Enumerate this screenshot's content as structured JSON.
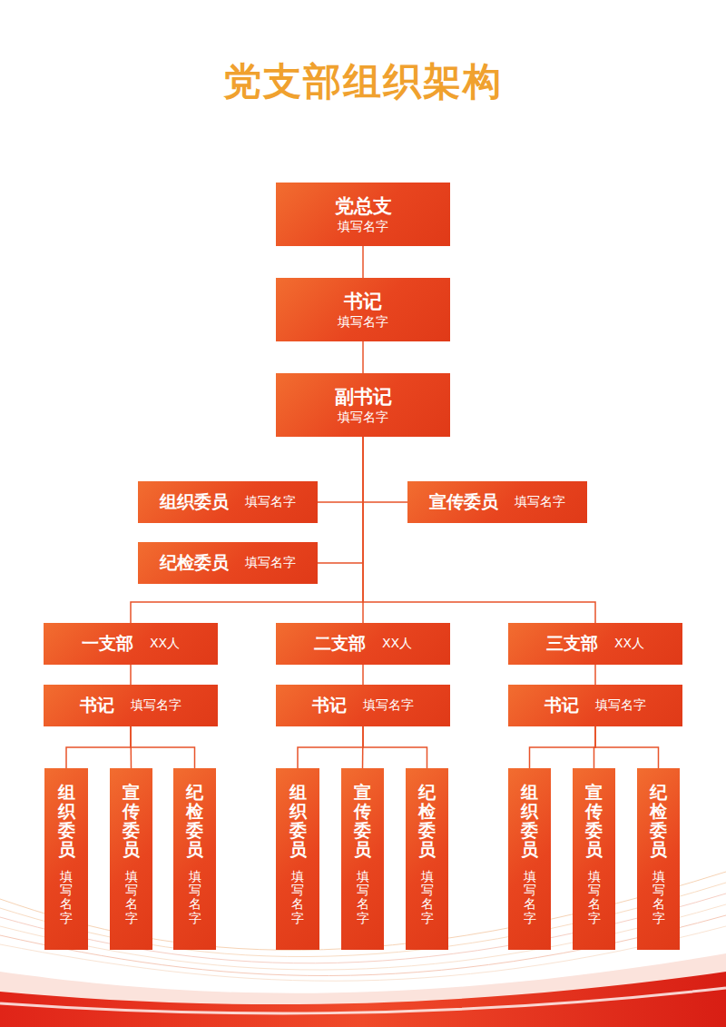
{
  "diagram": {
    "title": "党支部组织架构",
    "nodes": [
      {
        "text": [
          "党总支",
          "填写名字"
        ]
      },
      {
        "text": [
          "书记",
          "填写名字"
        ]
      },
      {
        "text": [
          "副书记",
          "填写名字"
        ]
      },
      {
        "text": [
          "组织委员",
          "填写名字"
        ]
      },
      {
        "text": [
          "宣传委员",
          "填写名字"
        ]
      },
      {
        "text": [
          "纪检委员",
          "填写名字"
        ]
      },
      {
        "text": [
          "一支部",
          "XX人"
        ]
      },
      {
        "text": [
          "二支部",
          "XX人"
        ]
      },
      {
        "text": [
          "三支部",
          "XX人"
        ]
      },
      {
        "text": [
          "书记",
          "填写名字"
        ]
      },
      {
        "text": [
          "书记",
          "填写名字"
        ]
      },
      {
        "text": [
          "书记",
          "填写名字"
        ]
      },
      {
        "text": [
          "组织委员",
          "填写名字"
        ]
      },
      {
        "text": [
          "宣传委员",
          "填写名字"
        ]
      },
      {
        "text": [
          "纪检委员",
          "填写名字"
        ]
      },
      {
        "text": [
          "组织委员",
          "填写名字"
        ]
      },
      {
        "text": [
          "宣传委员",
          "填写名字"
        ]
      },
      {
        "text": [
          "纪检委员",
          "填写名字"
        ]
      },
      {
        "text": [
          "组织委员",
          "填写名字"
        ]
      },
      {
        "text": [
          "宣传委员",
          "填写名字"
        ]
      },
      {
        "text": [
          "纪检委员",
          "填写名字"
        ]
      }
    ],
    "edges": [
      {
        "from": 0,
        "to": 1,
        "arrow": "none"
      },
      {
        "from": 1,
        "to": 2,
        "arrow": "none"
      },
      {
        "from": 2,
        "to": 3,
        "arrow": "none"
      },
      {
        "from": 2,
        "to": 4,
        "arrow": "none"
      },
      {
        "from": 2,
        "to": 5,
        "arrow": "none"
      },
      {
        "from": 2,
        "to": 6,
        "arrow": "none"
      },
      {
        "from": 2,
        "to": 7,
        "arrow": "none"
      },
      {
        "from": 2,
        "to": 8,
        "arrow": "none"
      },
      {
        "from": 6,
        "to": 9,
        "arrow": "none"
      },
      {
        "from": 7,
        "to": 10,
        "arrow": "none"
      },
      {
        "from": 8,
        "to": 11,
        "arrow": "none"
      },
      {
        "from": 9,
        "to": 12,
        "arrow": "none"
      },
      {
        "from": 9,
        "to": 13,
        "arrow": "none"
      },
      {
        "from": 9,
        "to": 14,
        "arrow": "none"
      },
      {
        "from": 10,
        "to": 15,
        "arrow": "none"
      },
      {
        "from": 10,
        "to": 16,
        "arrow": "none"
      },
      {
        "from": 10,
        "to": 17,
        "arrow": "none"
      },
      {
        "from": 11,
        "to": 18,
        "arrow": "none"
      },
      {
        "from": 11,
        "to": 19,
        "arrow": "none"
      },
      {
        "from": 11,
        "to": 20,
        "arrow": "none"
      }
    ]
  }
}
